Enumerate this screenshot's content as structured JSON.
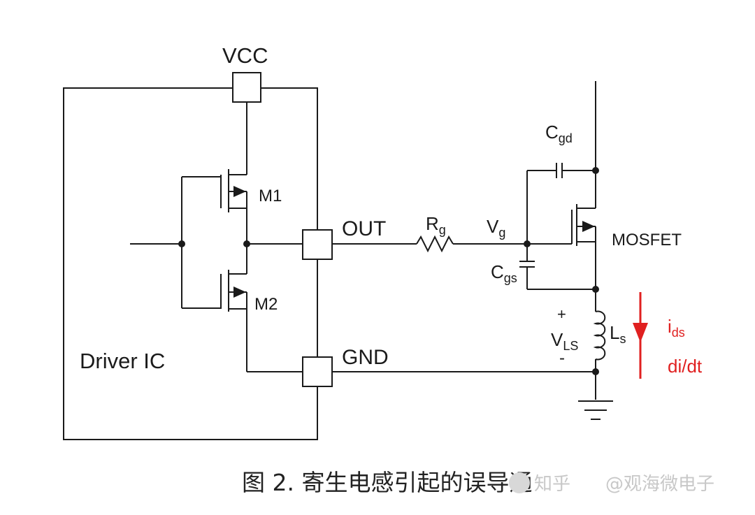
{
  "labels": {
    "vcc": "VCC",
    "m1": "M1",
    "m2": "M2",
    "out": "OUT",
    "gnd": "GND",
    "driver_ic": "Driver IC",
    "rg_main": "R",
    "rg_sub": "g",
    "vg_main": "V",
    "vg_sub": "g",
    "cgd_main": "C",
    "cgd_sub": "gd",
    "cgs_main": "C",
    "cgs_sub": "gs",
    "mosfet": "MOSFET",
    "plus": "+",
    "minus": "-",
    "vls_main": "V",
    "vls_sub": "LS",
    "ls_main": "L",
    "ls_sub": "s",
    "ids_main": "i",
    "ids_sub": "ds",
    "didt": "di/dt"
  },
  "caption": "图 2. 寄生电感引起的误导通",
  "watermark": {
    "left": "知乎",
    "right": "@观海微电子"
  },
  "colors": {
    "wire": "#1a1a1a",
    "current_arrow": "#e02020",
    "caption": "#222222"
  }
}
